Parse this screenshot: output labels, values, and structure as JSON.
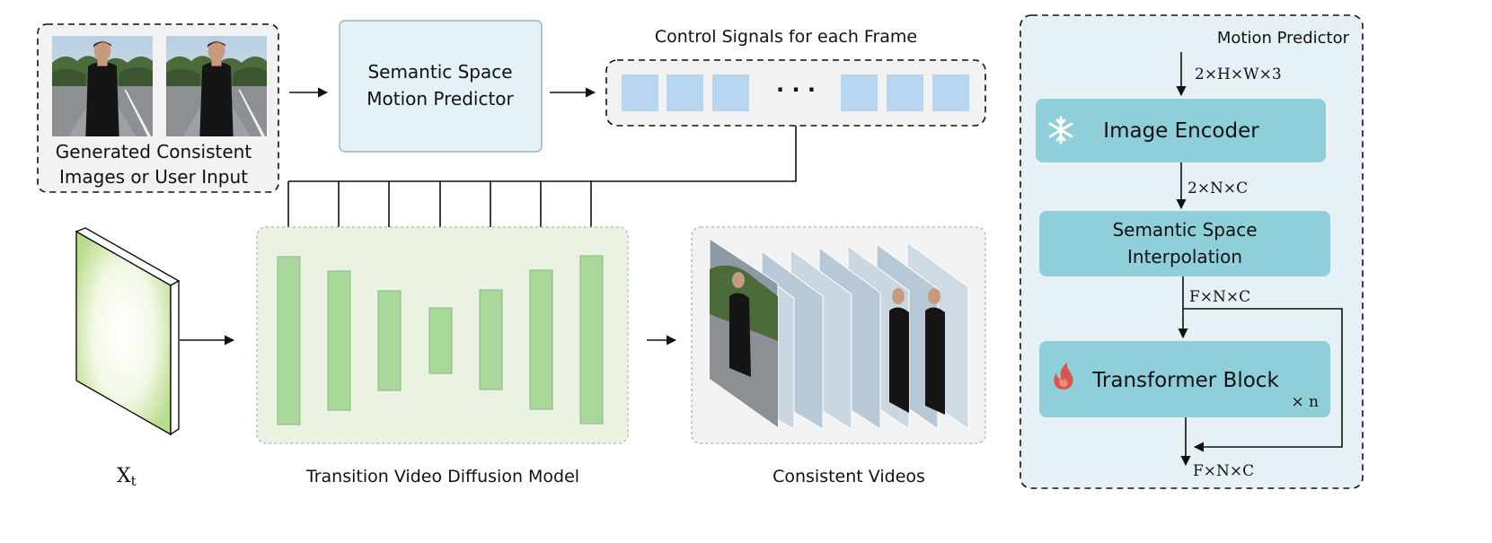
{
  "input_box": {
    "caption_line1": "Generated Consistent",
    "caption_line2": "Images or User Input"
  },
  "predictor_box": {
    "line1": "Semantic Space",
    "line2": "Motion Predictor"
  },
  "control": {
    "title": "Control Signals for each Frame",
    "ellipsis": "· · ·"
  },
  "latent": {
    "label": "X",
    "subscript": "t"
  },
  "diffusion": {
    "caption": "Transition Video Diffusion Model"
  },
  "videos": {
    "caption": "Consistent Videos"
  },
  "panel": {
    "title": "Motion Predictor",
    "dim_input": "2×H×W×3",
    "encoder": {
      "label": "Image Encoder",
      "icon": "snowflake-icon"
    },
    "dim_encoded": "2×N×C",
    "interp": {
      "line1": "Semantic Space",
      "line2": "Interpolation"
    },
    "dim_interp": "F×N×C",
    "transformer": {
      "label": "Transformer Block",
      "multiplier": "× n",
      "icon": "flame-icon"
    },
    "dim_output": "F×N×C"
  },
  "colors": {
    "panel_bg": "#e6f1f6",
    "block_fill": "#8ecfd9",
    "green_bar": "#a8d89a",
    "green_bg": "#eaf3e2",
    "signal_fill": "#b8d6ef",
    "predictor_fill": "#e4f2f7",
    "flame": "#d9534f"
  }
}
